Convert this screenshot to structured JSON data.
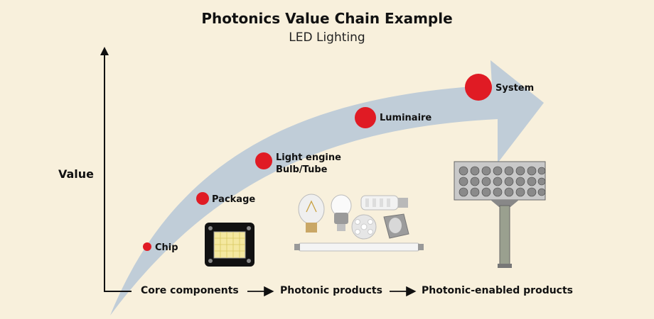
{
  "title": "Photonics Value Chain Example",
  "subtitle": "LED Lighting",
  "y_axis_label": "Value",
  "stages": [
    {
      "label": "Chip"
    },
    {
      "label": "Package"
    },
    {
      "label": "Light engine",
      "label2": "Bulb/Tube"
    },
    {
      "label": "Luminaire"
    },
    {
      "label": "System"
    }
  ],
  "flow": {
    "core": "Core components",
    "photonic": "Photonic products",
    "enabled": "Photonic-enabled products"
  },
  "colors": {
    "background": "#f8f0dc",
    "arrow": "#b9c9d7",
    "dot": "#e01b24",
    "axis": "#111111"
  },
  "icons": [
    "led-chip-icon",
    "light-bulbs-icon",
    "led-tube-icon",
    "stadium-light-icon"
  ]
}
